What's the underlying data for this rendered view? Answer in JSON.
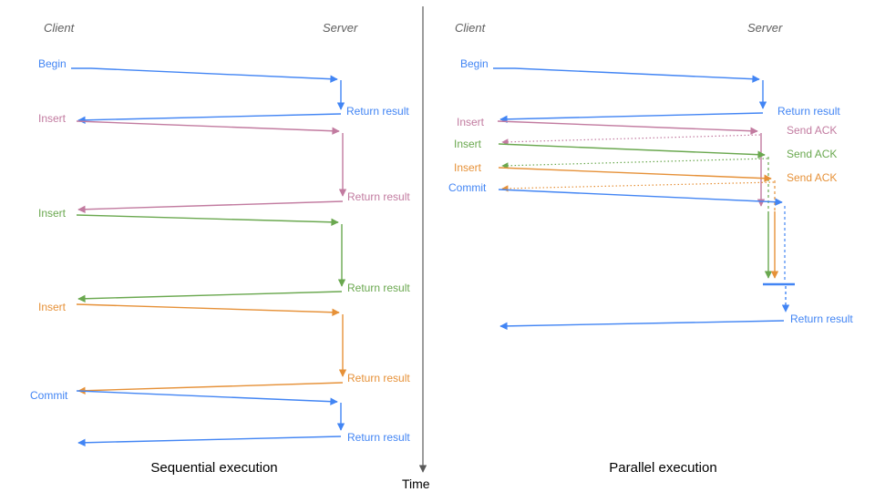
{
  "colors": {
    "blue": "#4285F4",
    "pink": "#C27BA0",
    "green": "#6AA84F",
    "orange": "#E69138",
    "axis": "#595959",
    "header": "#5f5f5f",
    "title": "#000000"
  },
  "time_axis": {
    "label": "Time"
  },
  "left": {
    "title": "Sequential execution",
    "client_header": "Client",
    "server_header": "Server",
    "steps": [
      {
        "label": "Begin",
        "color": "blue",
        "return_label": "Return result"
      },
      {
        "label": "Insert",
        "color": "pink",
        "return_label": "Return result"
      },
      {
        "label": "Insert",
        "color": "green",
        "return_label": "Return result"
      },
      {
        "label": "Insert",
        "color": "orange",
        "return_label": "Return result"
      },
      {
        "label": "Commit",
        "color": "blue",
        "return_label": "Return result"
      }
    ]
  },
  "right": {
    "title": "Parallel execution",
    "client_header": "Client",
    "server_header": "Server",
    "steps": [
      {
        "label": "Begin",
        "color": "blue",
        "response_label": "Return result"
      },
      {
        "label": "Insert",
        "color": "pink",
        "response_label": "Send ACK"
      },
      {
        "label": "Insert",
        "color": "green",
        "response_label": "Send ACK"
      },
      {
        "label": "Insert",
        "color": "orange",
        "response_label": "Send ACK"
      },
      {
        "label": "Commit",
        "color": "blue",
        "response_label": ""
      }
    ],
    "final_return_label": "Return result"
  }
}
